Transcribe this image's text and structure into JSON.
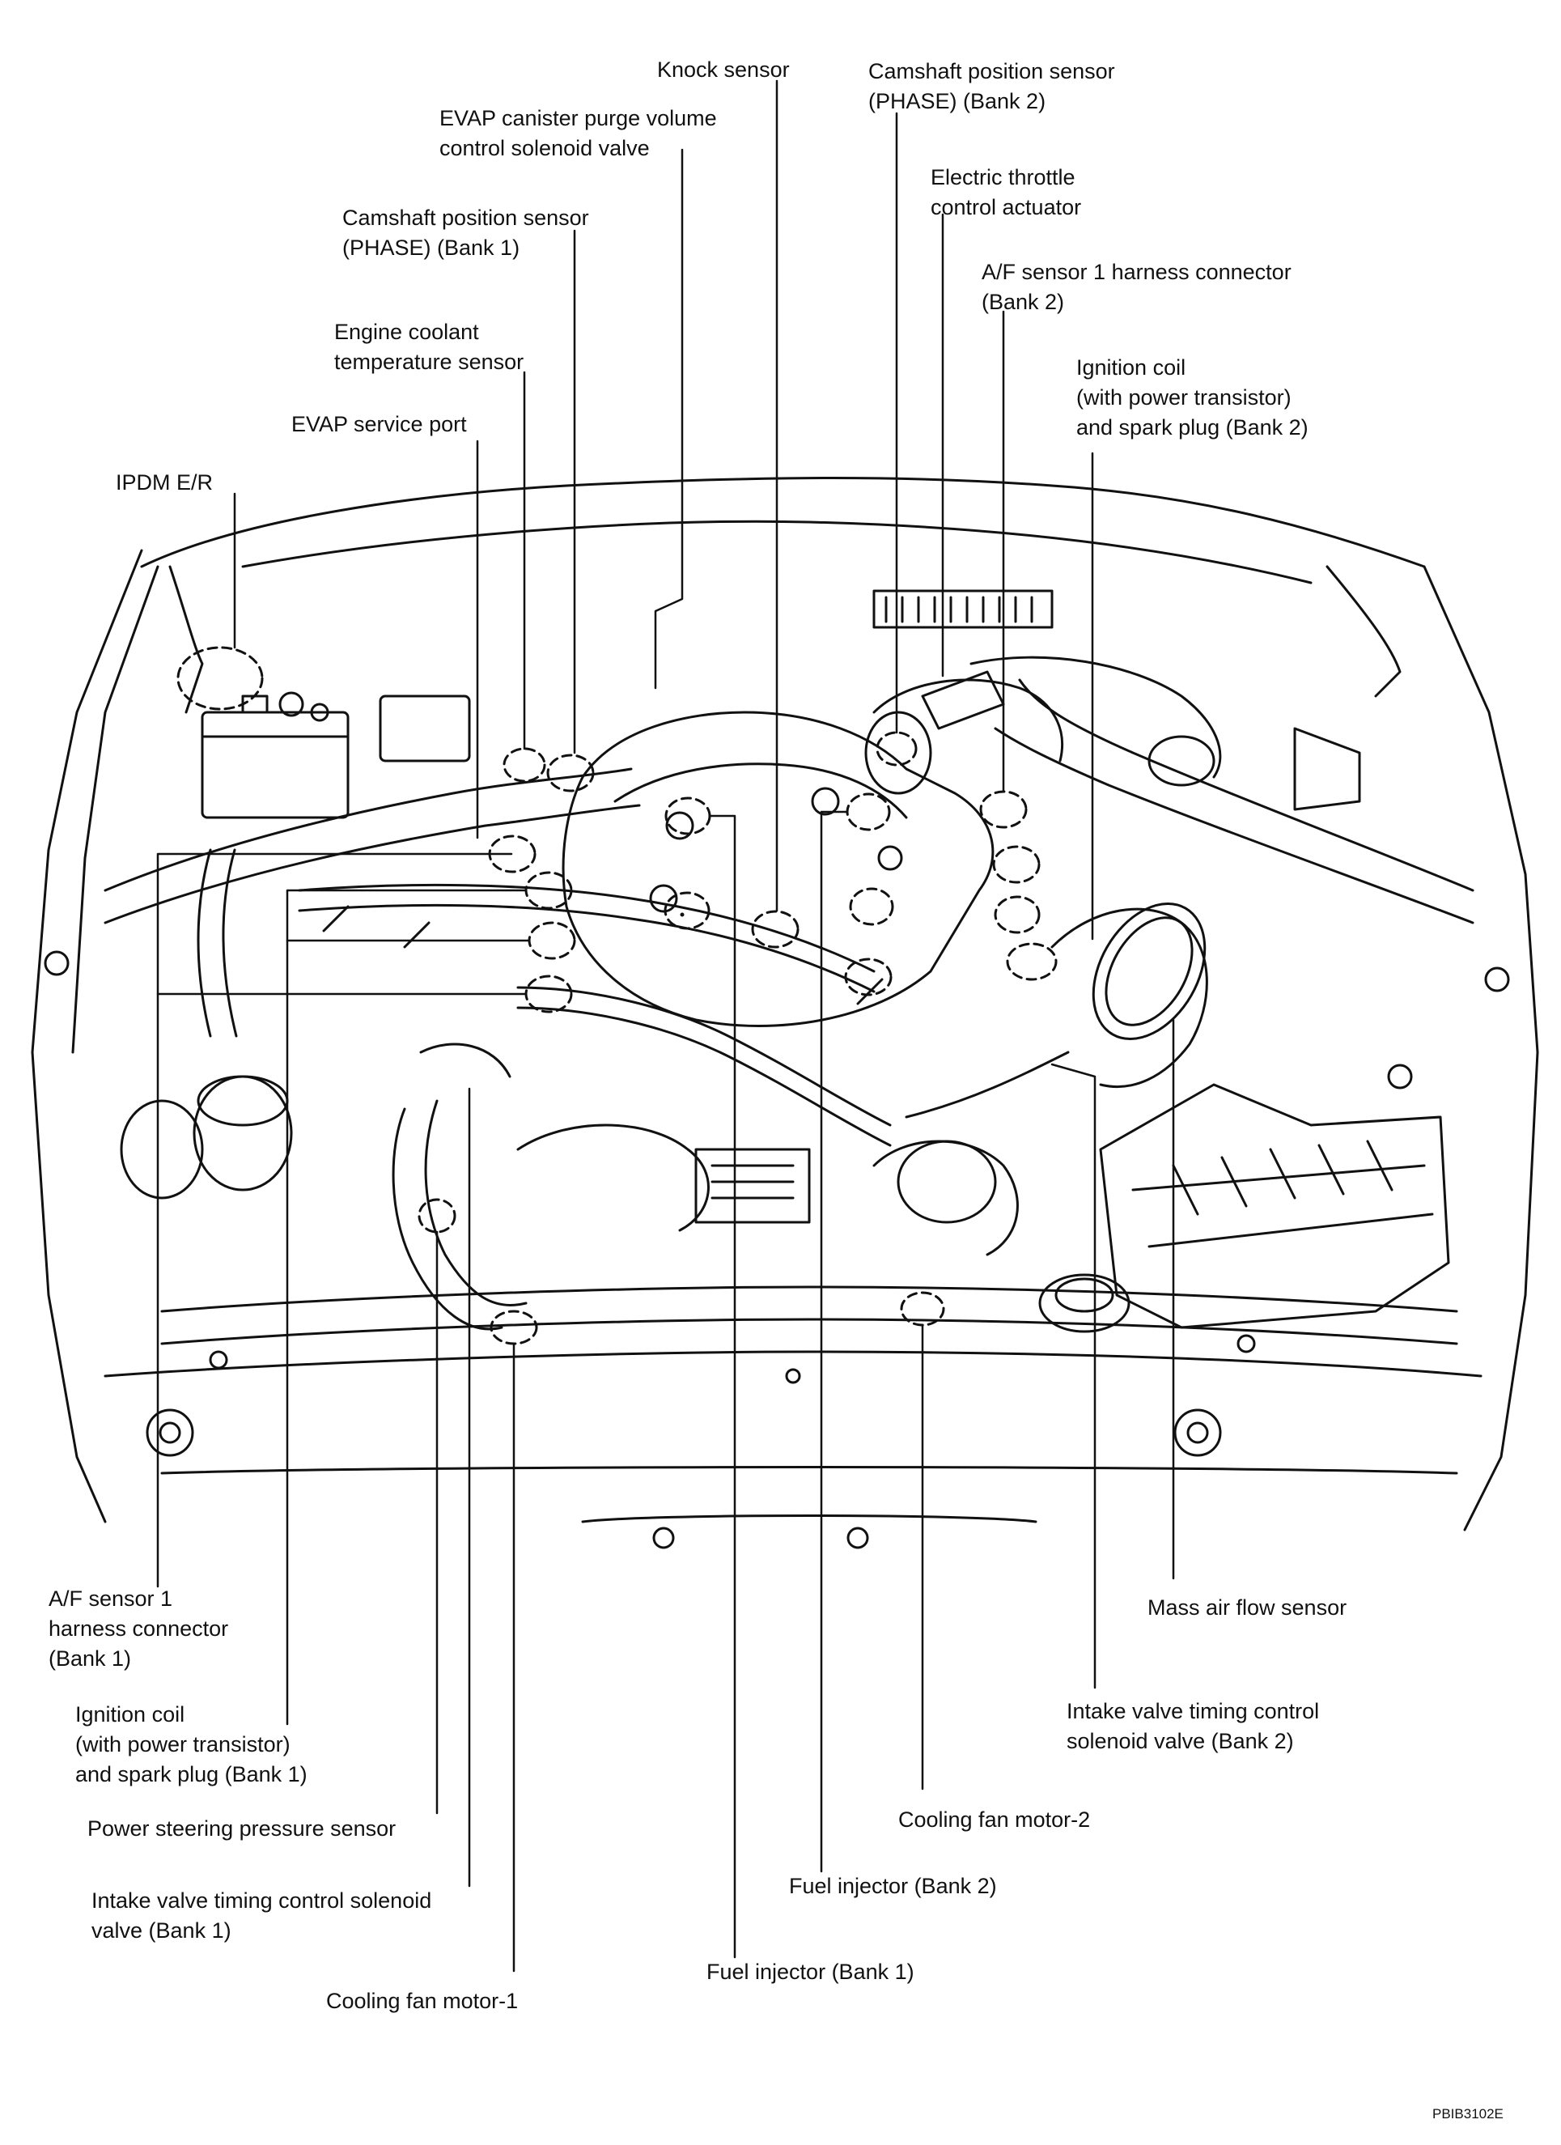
{
  "labels": {
    "knock": [
      "Knock sensor"
    ],
    "evap_purge": [
      "EVAP canister purge volume",
      "control solenoid valve"
    ],
    "cmp_bank1": [
      "Camshaft position sensor",
      "(PHASE) (Bank 1)"
    ],
    "ect": [
      "Engine coolant",
      "temperature sensor"
    ],
    "evap_port": [
      "EVAP service port"
    ],
    "ipdm": [
      "IPDM E/R"
    ],
    "cmp_bank2": [
      "Camshaft position sensor",
      "(PHASE) (Bank 2)"
    ],
    "throttle": [
      "Electric throttle",
      "control actuator"
    ],
    "af_bank2": [
      "A/F sensor 1 harness connector",
      "(Bank 2)"
    ],
    "ign_bank2": [
      "Ignition coil",
      "(with power transistor)",
      "and spark plug (Bank 2)"
    ],
    "af_bank1": [
      "A/F sensor 1",
      "harness connector",
      "(Bank 1)"
    ],
    "ign_bank1": [
      "Ignition coil",
      "(with power transistor)",
      "and spark plug (Bank 1)"
    ],
    "ps_pressure": [
      "Power steering pressure sensor"
    ],
    "ivt_bank1": [
      "Intake valve timing control solenoid",
      "valve (Bank 1)"
    ],
    "fan1": [
      "Cooling fan motor-1"
    ],
    "inj_bank1": [
      "Fuel injector (Bank 1)"
    ],
    "inj_bank2": [
      "Fuel injector (Bank 2)"
    ],
    "fan2": [
      "Cooling fan motor-2"
    ],
    "ivt_bank2": [
      "Intake valve timing control",
      "solenoid valve (Bank 2)"
    ],
    "maf": [
      "Mass air flow sensor"
    ]
  },
  "figure_code": "PBIB3102E",
  "colors": {
    "ink": "#111111",
    "background": "#ffffff"
  }
}
